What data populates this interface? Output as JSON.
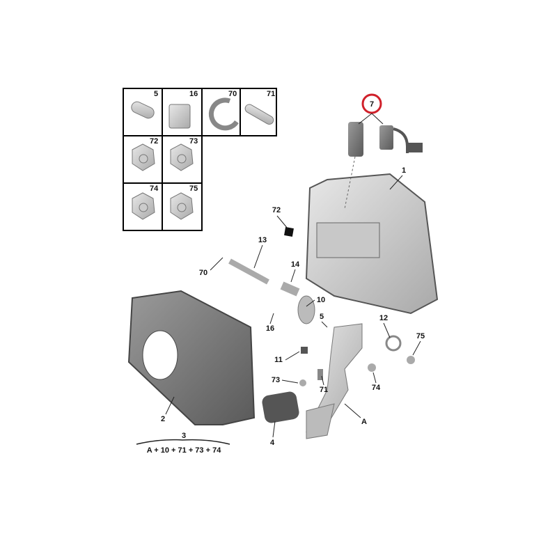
{
  "legend": {
    "cells": [
      {
        "ref": "5",
        "part": "pin"
      },
      {
        "ref": "16",
        "part": "clip"
      },
      {
        "ref": "70",
        "part": "circlip"
      },
      {
        "ref": "71",
        "part": "threaded-stud"
      },
      {
        "ref": "72",
        "part": "flange-nut"
      },
      {
        "ref": "73",
        "part": "nut"
      },
      {
        "ref": "74",
        "part": "flange-nut"
      },
      {
        "ref": "75",
        "part": "flange-nut"
      }
    ]
  },
  "callouts": {
    "c7": "7",
    "c1": "1",
    "c72": "72",
    "c13": "13",
    "c70": "70",
    "c14": "14",
    "c10": "10",
    "c16": "16",
    "c5": "5",
    "c12": "12",
    "c75": "75",
    "c11": "11",
    "c73": "73",
    "c71": "71",
    "c74": "74",
    "c2": "2",
    "cA": "A",
    "c4": "4",
    "c3": "3"
  },
  "kit_formula": "A + 10 + 71 + 73 + 74",
  "highlight_color": "#d0202a"
}
